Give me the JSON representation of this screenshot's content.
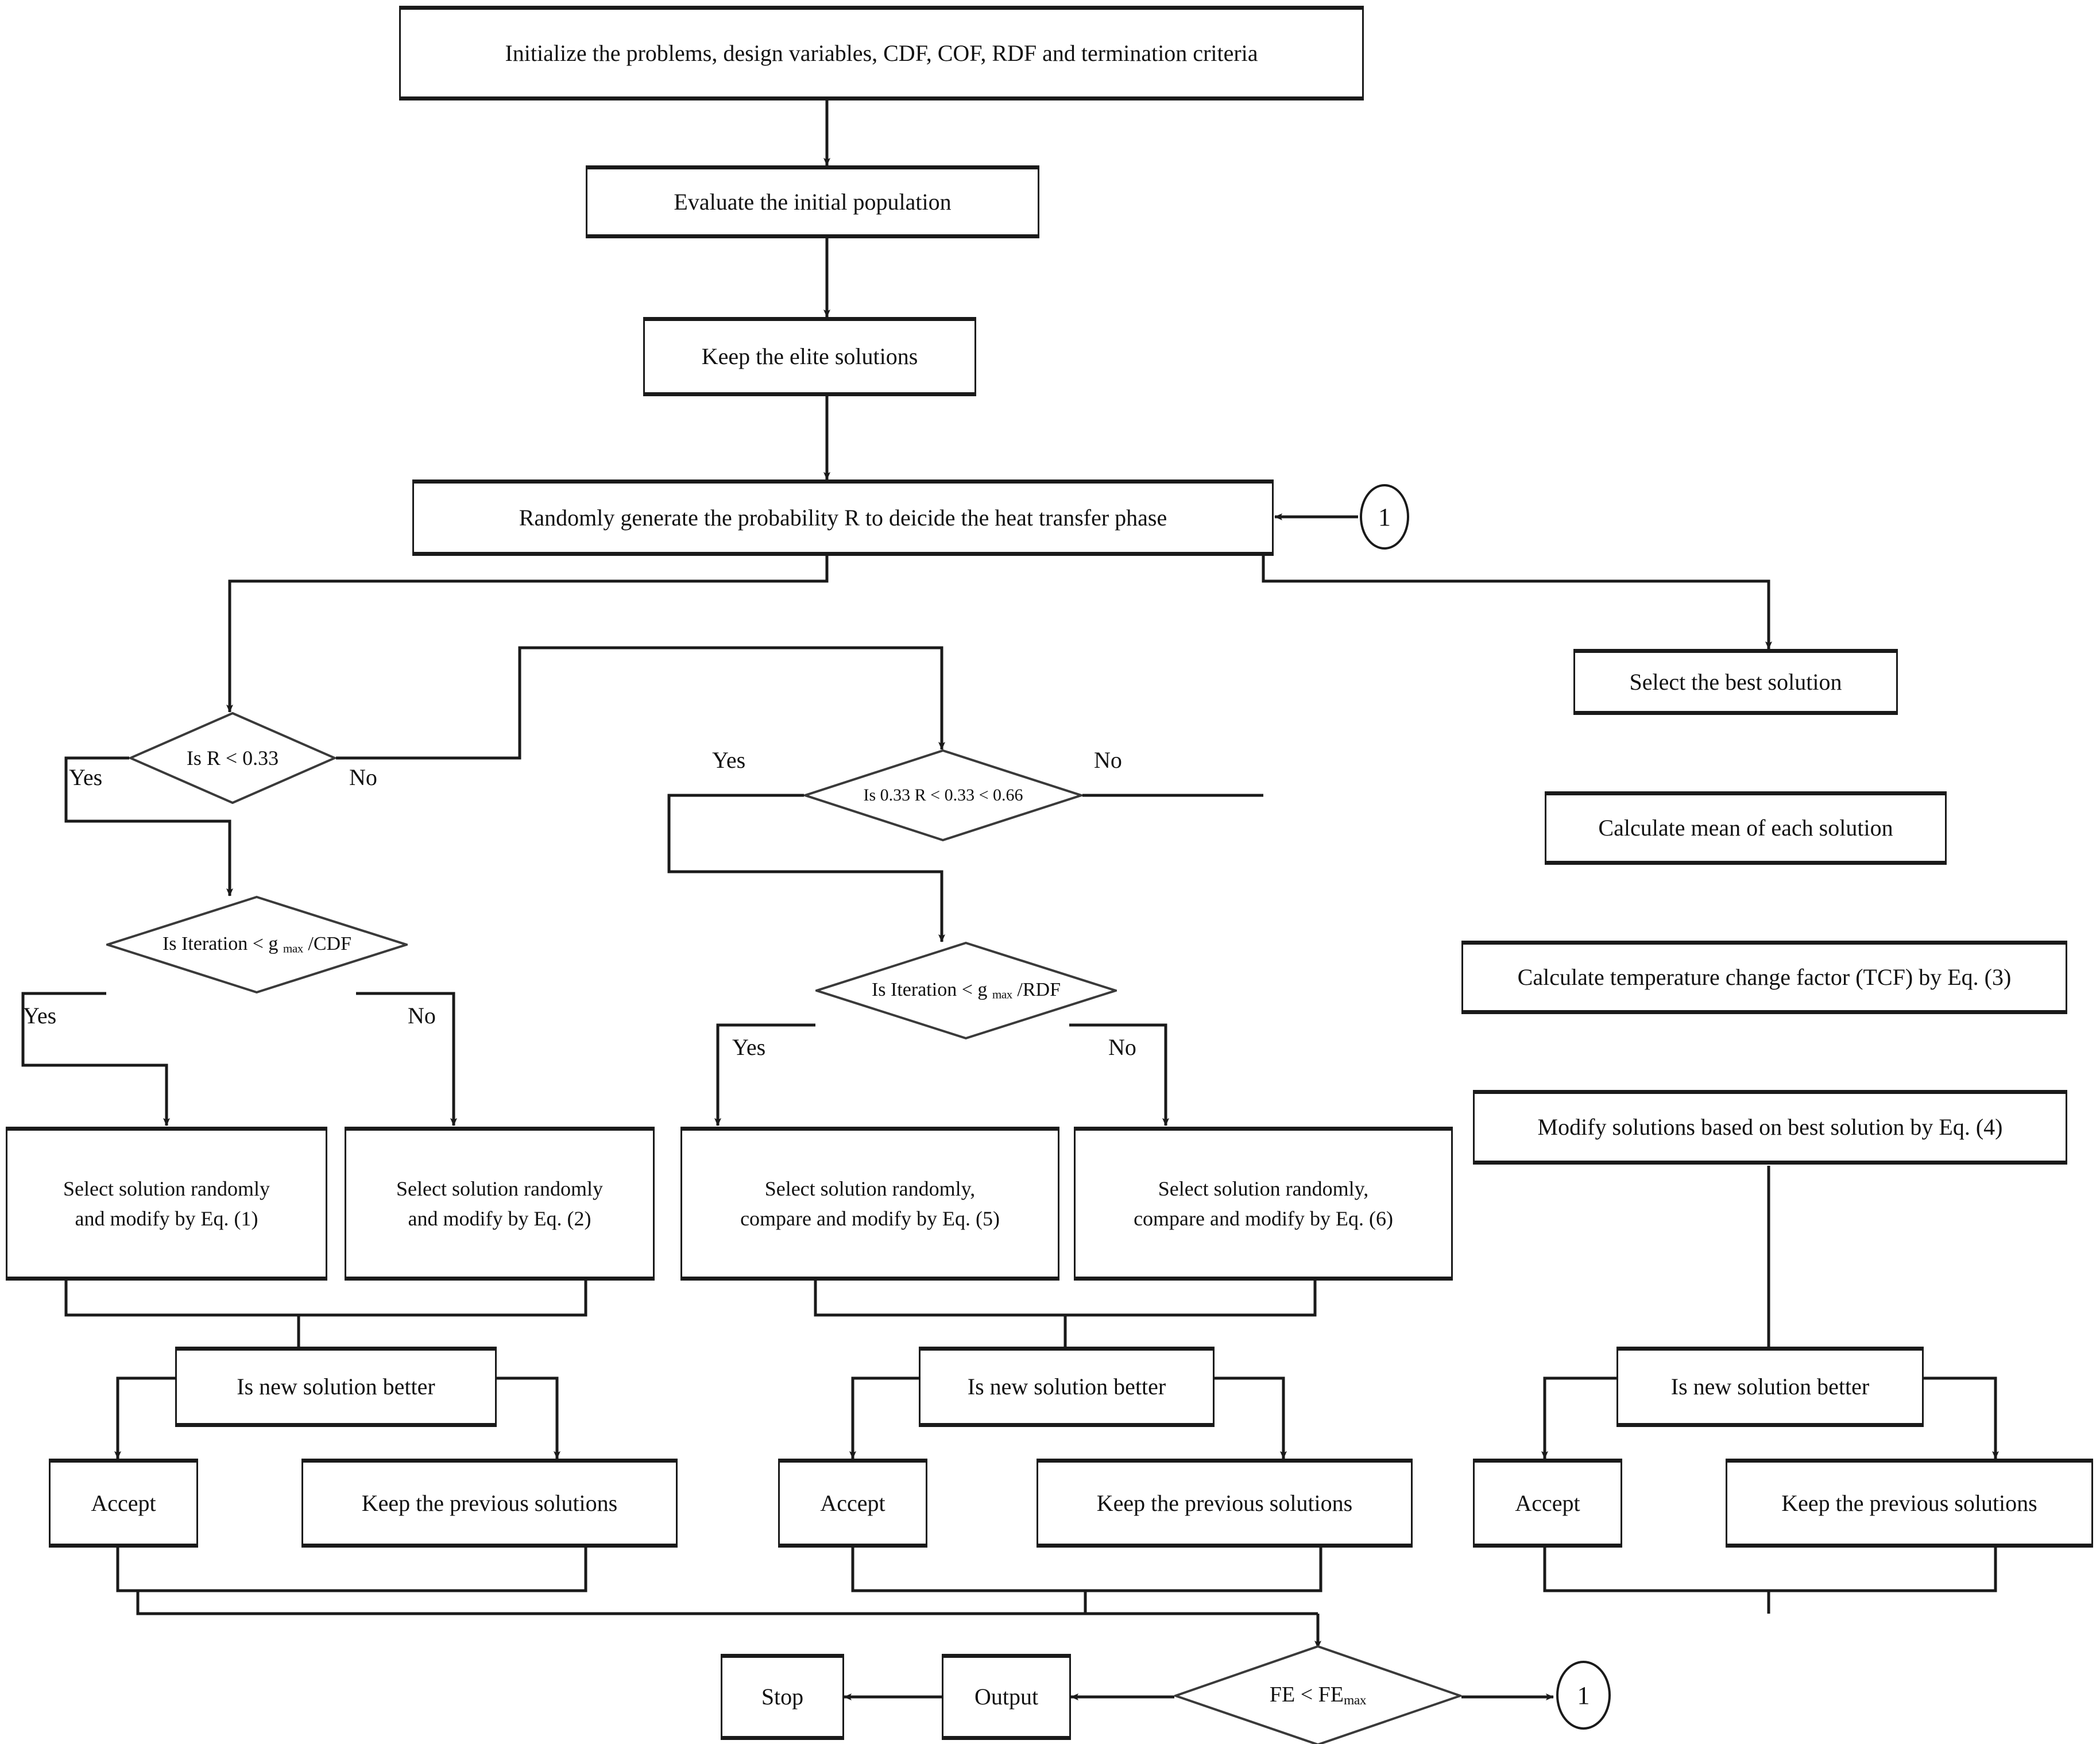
{
  "diagram": {
    "title": "Heat Transfer Search algorithm flowchart",
    "colors": {
      "line": "#1a1a1a",
      "text": "#111111",
      "background": "#ffffff"
    }
  },
  "nodes": {
    "initialize": "Initialize the problems, design variables, CDF, COF, RDF and termination criteria",
    "evaluate": "Evaluate the initial population",
    "keep_elite": "Keep the elite solutions",
    "random_r": "Randomly generate the probability R to deicide the heat transfer phase",
    "d_r_033": "Is R < 0.33",
    "d_r_033_066": "Is 0.33 R < 0.33 < 0.66",
    "d_iter_cdf_a": "Is Iteration < g ",
    "d_iter_cdf_sub": "max",
    "d_iter_cdf_b": " /CDF",
    "d_iter_rdf_a": "Is Iteration < g ",
    "d_iter_rdf_sub": "max",
    "d_iter_rdf_b": " /RDF",
    "eq1_l1": "Select solution randomly",
    "eq1_l2": "and modify by Eq. (1)",
    "eq2_l1": "Select solution randomly",
    "eq2_l2": "and modify by Eq. (2)",
    "eq5_l1": "Select solution randomly,",
    "eq5_l2": "compare and modify by Eq. (5)",
    "eq6_l1": "Select solution randomly,",
    "eq6_l2": "compare and modify by Eq. (6)",
    "select_best": "Select the best solution",
    "calc_mean": "Calculate mean of each solution",
    "calc_tcf": "Calculate temperature change factor (TCF) by Eq. (3)",
    "modify_best": "Modify solutions based on best solution by Eq. (4)",
    "better_left": "Is new solution better",
    "better_mid": "Is new solution better",
    "better_right": "Is new solution better",
    "accept_left": "Accept",
    "accept_mid": "Accept",
    "accept_right": "Accept",
    "keep_prev_left": "Keep the previous solutions",
    "keep_prev_mid": "Keep the previous solutions",
    "keep_prev_right": "Keep the previous solutions",
    "stop": "Stop",
    "output": "Output",
    "fe_a": "FE < FE",
    "fe_sub": "max",
    "connector_top": "1",
    "connector_bottom": "1"
  },
  "labels": {
    "yes": "Yes",
    "no": "No"
  }
}
